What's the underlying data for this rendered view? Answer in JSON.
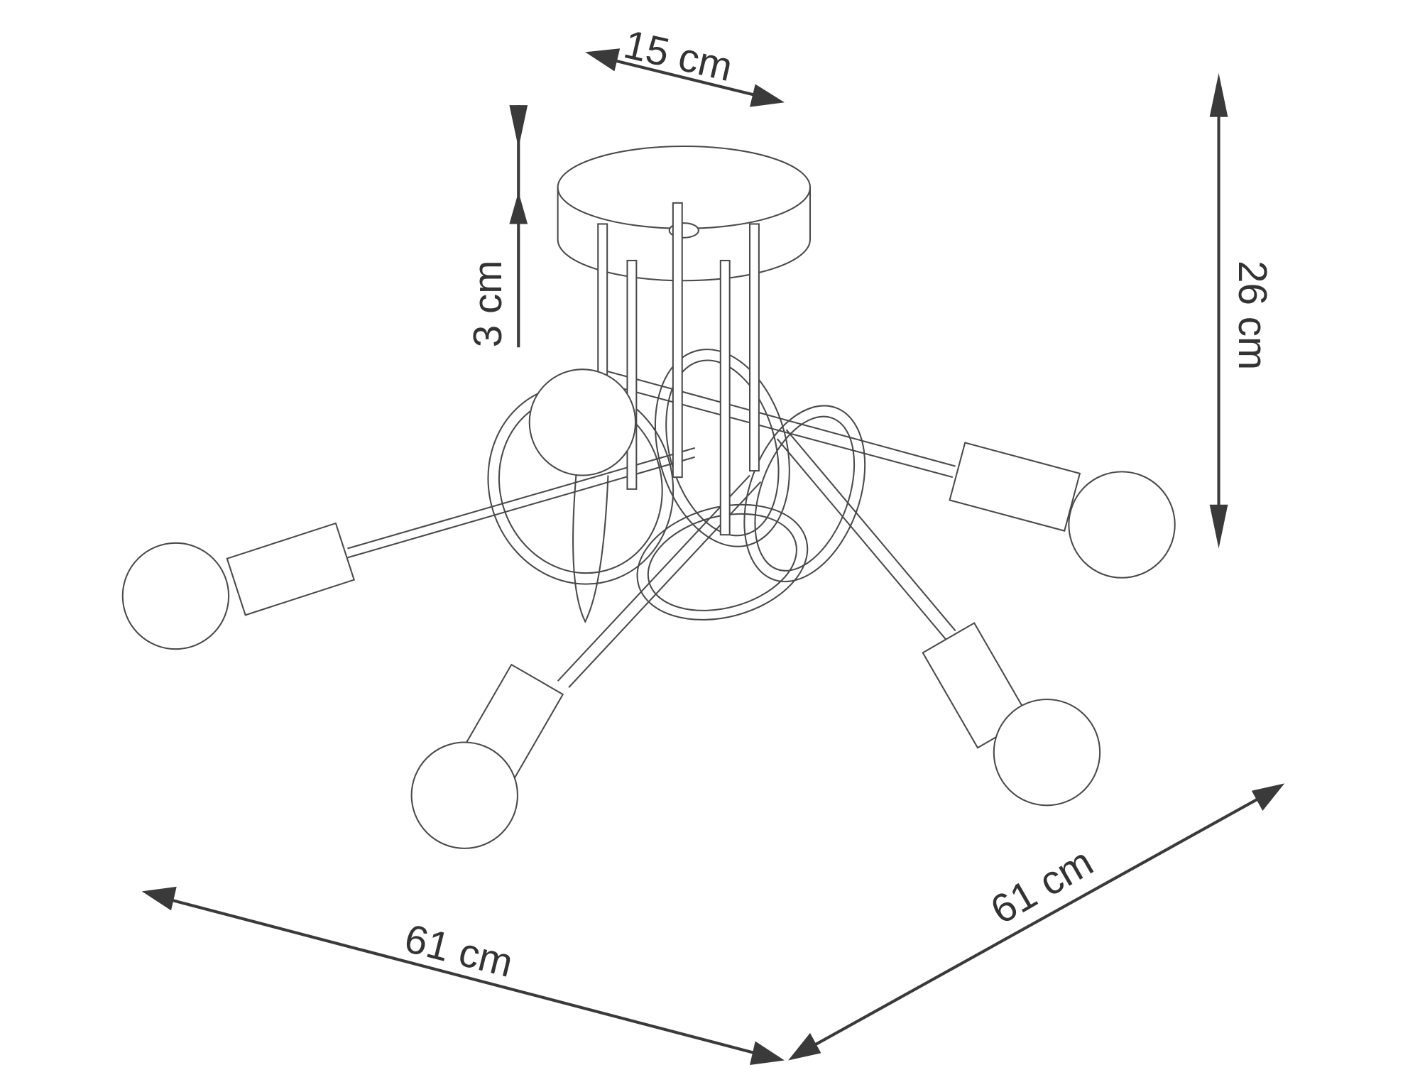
{
  "dimensions": {
    "canopy_diameter": "15 cm",
    "canopy_height": "3 cm",
    "total_height": "26 cm",
    "width": "61 cm",
    "depth": "61 cm"
  },
  "colors": {
    "line": "#3a3a3a",
    "background": "#ffffff"
  }
}
